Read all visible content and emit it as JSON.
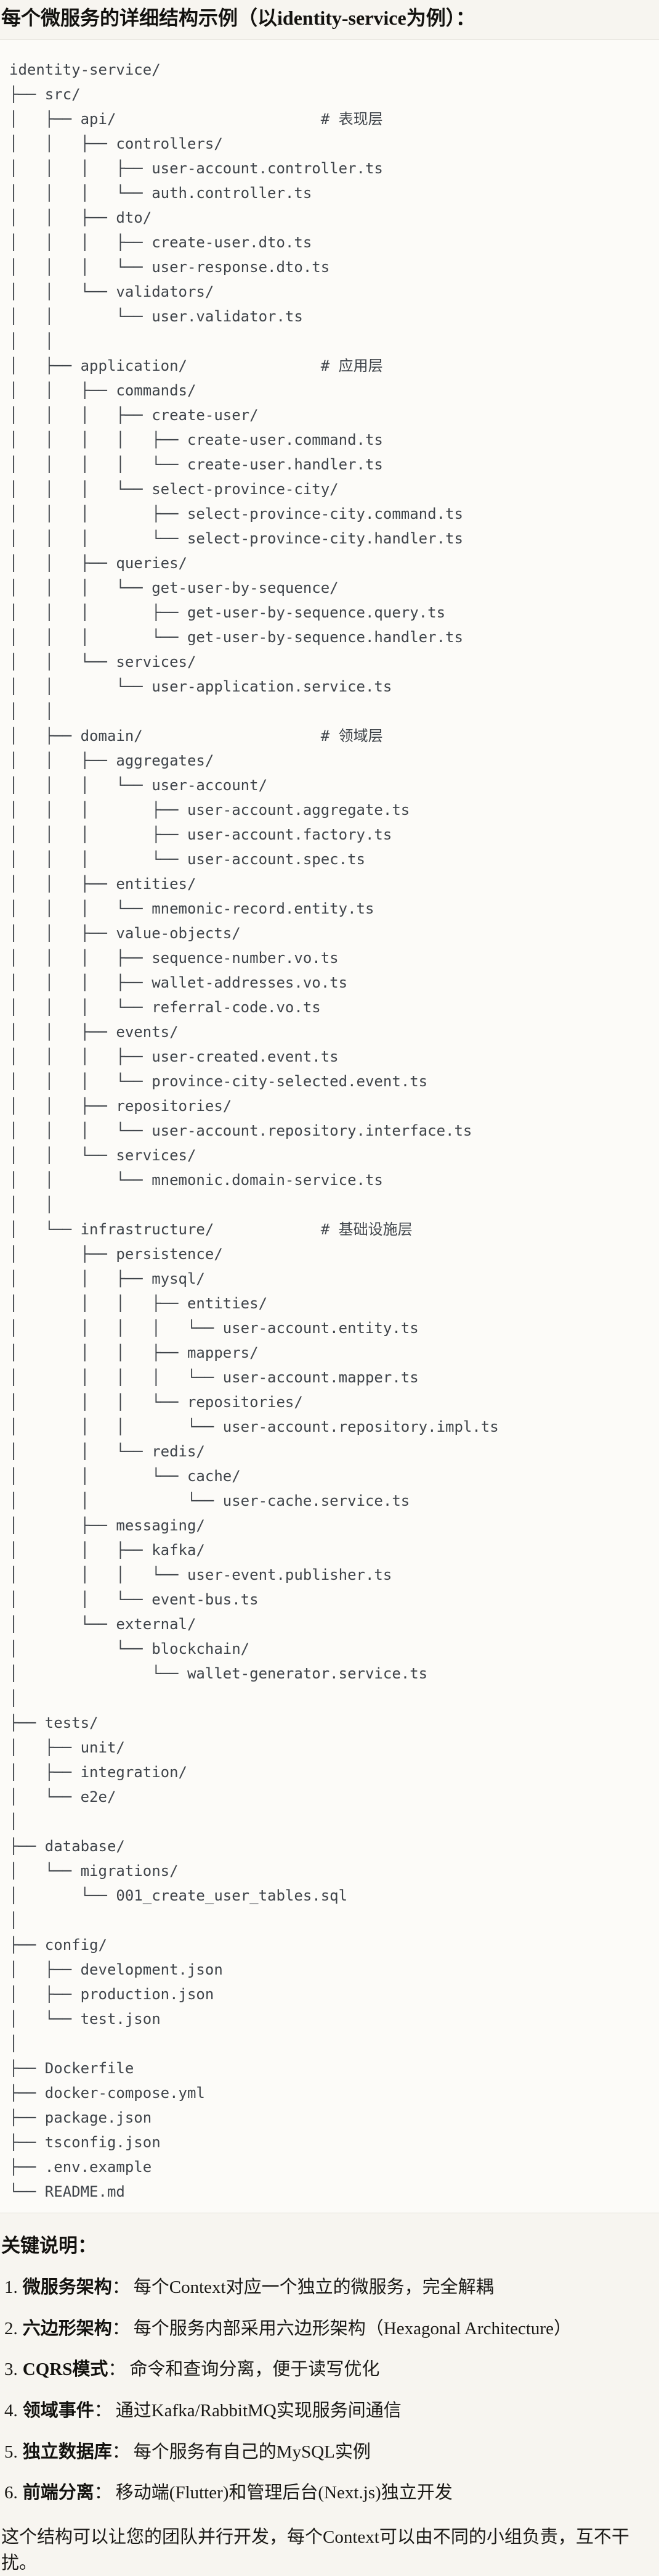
{
  "title": "每个微服务的详细结构示例（以identity-service为例）：",
  "code_block": {
    "tree_lines": [
      "identity-service/",
      "├── src/",
      "│   ├── api/                       # 表现层",
      "│   │   ├── controllers/",
      "│   │   │   ├── user-account.controller.ts",
      "│   │   │   └── auth.controller.ts",
      "│   │   ├── dto/",
      "│   │   │   ├── create-user.dto.ts",
      "│   │   │   └── user-response.dto.ts",
      "│   │   └── validators/",
      "│   │       └── user.validator.ts",
      "│   │",
      "│   ├── application/               # 应用层",
      "│   │   ├── commands/",
      "│   │   │   ├── create-user/",
      "│   │   │   │   ├── create-user.command.ts",
      "│   │   │   │   └── create-user.handler.ts",
      "│   │   │   └── select-province-city/",
      "│   │   │       ├── select-province-city.command.ts",
      "│   │   │       └── select-province-city.handler.ts",
      "│   │   ├── queries/",
      "│   │   │   └── get-user-by-sequence/",
      "│   │   │       ├── get-user-by-sequence.query.ts",
      "│   │   │       └── get-user-by-sequence.handler.ts",
      "│   │   └── services/",
      "│   │       └── user-application.service.ts",
      "│   │",
      "│   ├── domain/                    # 领域层",
      "│   │   ├── aggregates/",
      "│   │   │   └── user-account/",
      "│   │   │       ├── user-account.aggregate.ts",
      "│   │   │       ├── user-account.factory.ts",
      "│   │   │       └── user-account.spec.ts",
      "│   │   ├── entities/",
      "│   │   │   └── mnemonic-record.entity.ts",
      "│   │   ├── value-objects/",
      "│   │   │   ├── sequence-number.vo.ts",
      "│   │   │   ├── wallet-addresses.vo.ts",
      "│   │   │   └── referral-code.vo.ts",
      "│   │   ├── events/",
      "│   │   │   ├── user-created.event.ts",
      "│   │   │   └── province-city-selected.event.ts",
      "│   │   ├── repositories/",
      "│   │   │   └── user-account.repository.interface.ts",
      "│   │   └── services/",
      "│   │       └── mnemonic.domain-service.ts",
      "│   │",
      "│   └── infrastructure/            # 基础设施层",
      "│       ├── persistence/",
      "│       │   ├── mysql/",
      "│       │   │   ├── entities/",
      "│       │   │   │   └── user-account.entity.ts",
      "│       │   │   ├── mappers/",
      "│       │   │   │   └── user-account.mapper.ts",
      "│       │   │   └── repositories/",
      "│       │   │       └── user-account.repository.impl.ts",
      "│       │   └── redis/",
      "│       │       └── cache/",
      "│       │           └── user-cache.service.ts",
      "│       ├── messaging/",
      "│       │   ├── kafka/",
      "│       │   │   └── user-event.publisher.ts",
      "│       │   └── event-bus.ts",
      "│       └── external/",
      "│           └── blockchain/",
      "│               └── wallet-generator.service.ts",
      "│",
      "├── tests/",
      "│   ├── unit/",
      "│   ├── integration/",
      "│   └── e2e/",
      "│",
      "├── database/",
      "│   └── migrations/",
      "│       └── 001_create_user_tables.sql",
      "│",
      "├── config/",
      "│   ├── development.json",
      "│   ├── production.json",
      "│   └── test.json",
      "│",
      "├── Dockerfile",
      "├── docker-compose.yml",
      "├── package.json",
      "├── tsconfig.json",
      "├── .env.example",
      "└── README.md"
    ]
  },
  "notes": {
    "heading": "关键说明：",
    "items": [
      {
        "num": "1.",
        "label": "微服务架构",
        "colon": "：",
        "text": "每个Context对应一个独立的微服务，完全解耦"
      },
      {
        "num": "2.",
        "label": "六边形架构",
        "colon": "：",
        "text": "每个服务内部采用六边形架构（Hexagonal Architecture）"
      },
      {
        "num": "3.",
        "label": "CQRS模式",
        "colon": "：",
        "text": "命令和查询分离，便于读写优化"
      },
      {
        "num": "4.",
        "label": "领域事件",
        "colon": "：",
        "text": "通过Kafka/RabbitMQ实现服务间通信"
      },
      {
        "num": "5.",
        "label": "独立数据库",
        "colon": "：",
        "text": "每个服务有自己的MySQL实例"
      },
      {
        "num": "6.",
        "label": "前端分离",
        "colon": "：",
        "text": "移动端(Flutter)和管理后台(Next.js)独立开发"
      }
    ],
    "footer": "这个结构可以让您的团队并行开发，每个Context可以由不同的小组负责，互不干扰。"
  }
}
